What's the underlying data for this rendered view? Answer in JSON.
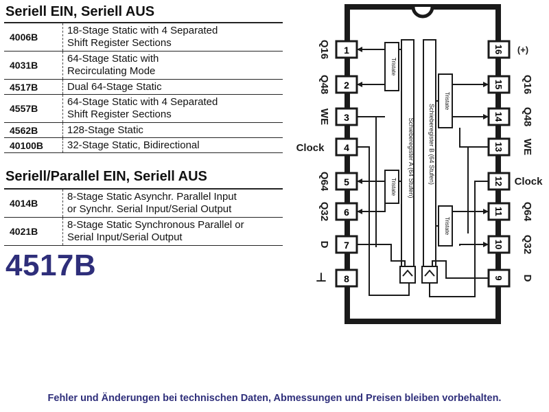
{
  "section1": {
    "title": "Seriell EIN, Seriell AUS",
    "rows": [
      {
        "code": "4006B",
        "line1": "18-Stage Static with 4 Separated",
        "line2": "Shift Register Sections"
      },
      {
        "code": "4031B",
        "line1": "64-Stage Static with",
        "line2": "Recirculating Mode"
      },
      {
        "code": "4517B",
        "line1": "Dual 64-Stage Static",
        "line2": ""
      },
      {
        "code": "4557B",
        "line1": "64-Stage Static with 4 Separated",
        "line2": "Shift Register Sections"
      },
      {
        "code": "4562B",
        "line1": "128-Stage Static",
        "line2": ""
      },
      {
        "code": "40100B",
        "line1": "32-Stage Static, Bidirectional",
        "line2": ""
      }
    ]
  },
  "section2": {
    "title": "Seriell/Parallel EIN, Seriell AUS",
    "rows": [
      {
        "code": "4014B",
        "line1": "8-Stage Static Asynchr. Parallel Input",
        "line2": "or Synchr. Serial Input/Serial Output"
      },
      {
        "code": "4021B",
        "line1": "8-Stage Static Synchronous Parallel or",
        "line2": "Serial Input/Serial Output"
      }
    ]
  },
  "part_number": "4517B",
  "disclaimer": "Fehler und Änderungen bei technischen Daten, Abmessungen und Preisen bleiben vorbehalten.",
  "pinout": {
    "left_pins": [
      {
        "num": "1",
        "label": "Q16"
      },
      {
        "num": "2",
        "label": "Q48"
      },
      {
        "num": "3",
        "label": "WE"
      },
      {
        "num": "4",
        "label": "Clock"
      },
      {
        "num": "5",
        "label": "Q64"
      },
      {
        "num": "6",
        "label": "Q32"
      },
      {
        "num": "7",
        "label": "D"
      },
      {
        "num": "8",
        "label": "⊥"
      }
    ],
    "right_pins": [
      {
        "num": "16",
        "label": "(+)"
      },
      {
        "num": "15",
        "label": "Q16"
      },
      {
        "num": "14",
        "label": "Q48"
      },
      {
        "num": "13",
        "label": "WE"
      },
      {
        "num": "12",
        "label": "Clock"
      },
      {
        "num": "11",
        "label": "Q64"
      },
      {
        "num": "10",
        "label": "Q32"
      },
      {
        "num": "9",
        "label": "D"
      }
    ],
    "register_a": "Schieberegister A (64 Stufen)",
    "register_b": "Schieberegister B (64 Stufen)",
    "tristate": "Tristate"
  }
}
